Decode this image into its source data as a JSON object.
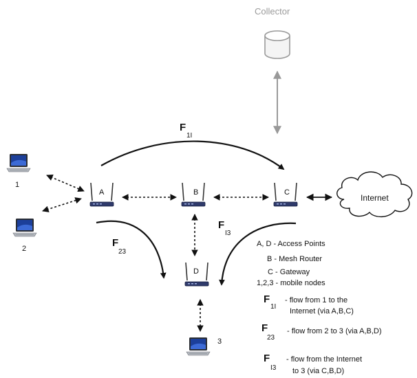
{
  "collector": {
    "label": "Collector"
  },
  "internet": {
    "label": "Internet"
  },
  "access_points": [
    {
      "id": "A",
      "label": "A"
    },
    {
      "id": "B",
      "label": "B"
    },
    {
      "id": "C",
      "label": "C"
    },
    {
      "id": "D",
      "label": "D"
    }
  ],
  "mobile_nodes": [
    {
      "id": "1",
      "label": "1"
    },
    {
      "id": "2",
      "label": "2"
    },
    {
      "id": "3",
      "label": "3"
    }
  ],
  "flows": {
    "f1i": {
      "symbol": "F",
      "subscript": "1I"
    },
    "f23": {
      "symbol": "F",
      "subscript": "23"
    },
    "fi3": {
      "symbol": "F",
      "subscript": "I3"
    }
  },
  "legend": {
    "line1": "A, D - Access Points",
    "line2": "B - Mesh Router",
    "line3": "C - Gateway",
    "line4": "1,2,3 - mobile nodes",
    "f1i": {
      "symbol": "F",
      "subscript": "1I",
      "text1": "- flow from 1 to the",
      "text2": "Internet (via A,B,C)"
    },
    "f23": {
      "symbol": "F",
      "subscript": "23",
      "text1": "- flow from 2 to 3 (via A,B,D)"
    },
    "fi3": {
      "symbol": "F",
      "subscript": "I3",
      "text1": "- flow from the Internet",
      "text2": "to 3 (via C,B,D)"
    }
  }
}
